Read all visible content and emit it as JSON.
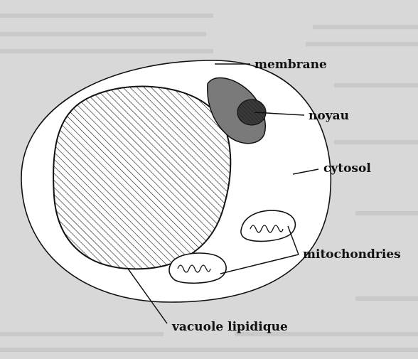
{
  "labels": {
    "membrane": "membrane",
    "noyau": "noyau",
    "cytosol": "cytosol",
    "mitochondries": "mitochondries",
    "vacuole": "vacuole lipidique"
  }
}
